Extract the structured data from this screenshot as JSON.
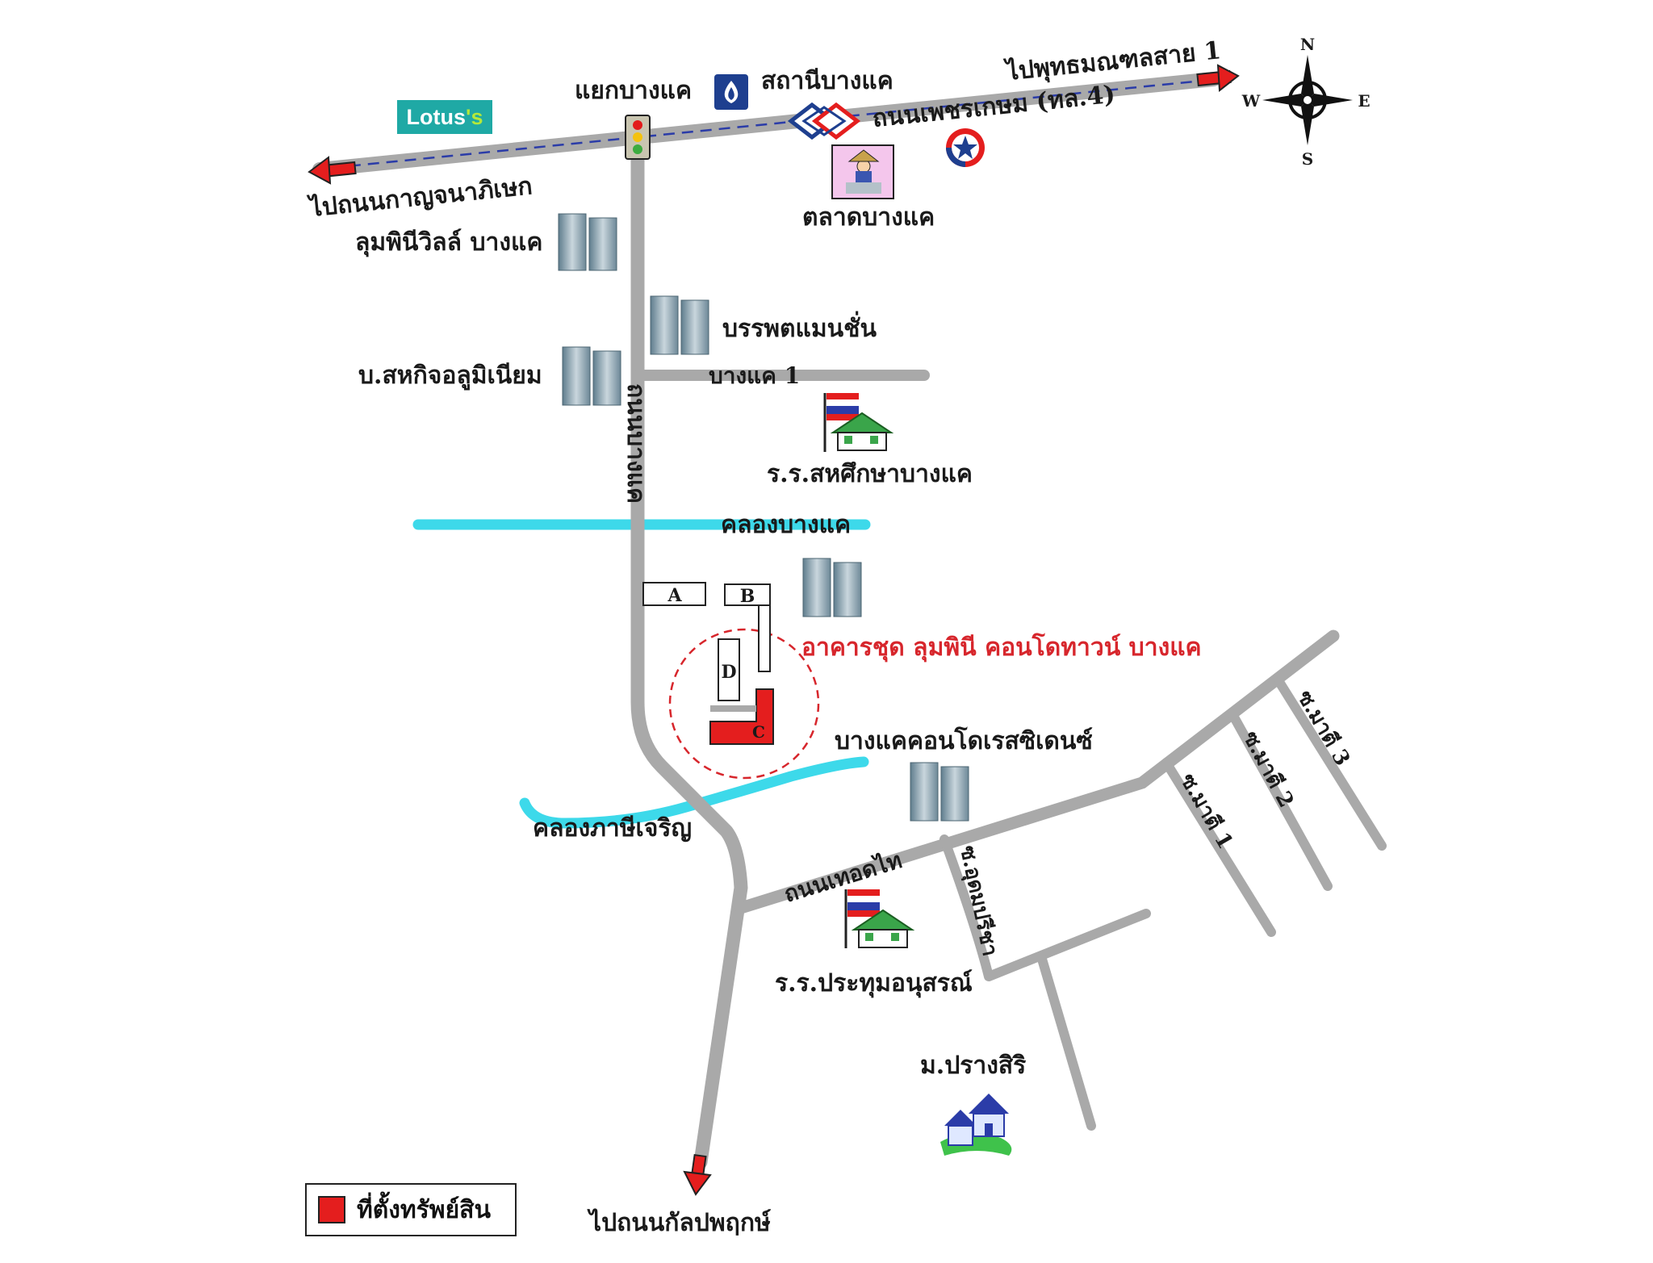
{
  "roads": {
    "phetkasem": "ถนนเพชรเกษม (ทล.4)",
    "to_phutthamonthon": "ไปพุทธมณฑลสาย 1",
    "to_kanchanaphisek": "ไปถนนกาญจนาภิเษก",
    "to_kanlapaphruek": "ไปถนนกัลปพฤกษ์",
    "bang_khae_junction": "แยกบางแค",
    "soi_bang_khae_1": "บางแค 1",
    "main_soi": "ถนนบางแค",
    "thoet_thai": "ถนนเทอดไท",
    "soi_udom_pracha": "ซ.อุดมปรีชา",
    "soi_mati_1": "ซ.มาตี 1",
    "soi_mati_2": "ซ.มาตี 2",
    "soi_mati_3": "ซ.มาตี 3"
  },
  "canals": {
    "khlong_bang_khae": "คลองบางแค",
    "khlong_phasi_charoen": "คลองภาษีเจริญ"
  },
  "landmarks": {
    "bts_station": "สถานีบางแค",
    "market": "ตลาดบางแค",
    "lumpini_ville": "ลุมพินีวิลล์ บางแค",
    "banphot_mansion": "บรรพตแมนชั่น",
    "sahakit_aluminium": "บ.สหกิจอลูมิเนียม",
    "school_sahasueksa": "ร.ร.สหศึกษาบางแค",
    "condo_residence": "บางแคคอนโดเรสซิเดนซ์",
    "school_prathum": "ร.ร.ประทุมอนุสรณ์",
    "village_prang_siri": "ม.ปรางสิริ",
    "lotus_brand": "Lotus",
    "lotus_suffix": "'s"
  },
  "property": {
    "title": "อาคารชุด ลุมพินี คอนโดทาวน์ บางแค",
    "buildings": [
      "A",
      "B",
      "C",
      "D"
    ]
  },
  "compass": {
    "n": "N",
    "s": "S",
    "e": "E",
    "w": "W"
  },
  "legend": {
    "label": "ที่ตั้งทรัพย์สิน",
    "color": "#e41e1e"
  },
  "colors": {
    "road": "#a9a9a9",
    "canal": "#3dd9ea",
    "arrow": "#e41e1e",
    "property_label": "#d7262c",
    "lotus": "#1fa9a5"
  }
}
